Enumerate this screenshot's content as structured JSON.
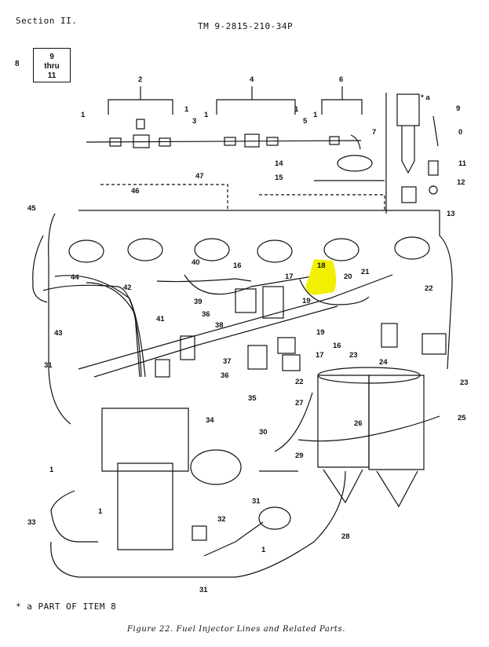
{
  "header": {
    "section": "Section II.",
    "tm_number": "TM  9-2815-210-34P"
  },
  "reference_box": {
    "prefix": "8",
    "lines": [
      "9",
      "thru",
      "11"
    ]
  },
  "callouts": {
    "c1": "1",
    "c2": "2",
    "c3": "3",
    "c4": "4",
    "c5": "5",
    "c6": "6",
    "c7": "7",
    "c9": "9",
    "c0": "0",
    "c11": "11",
    "c12": "12",
    "c13": "13",
    "c14": "14",
    "c15": "15",
    "c16": "16",
    "c17": "17",
    "c18": "18",
    "c19": "19",
    "c20": "20",
    "c21": "21",
    "c22": "22",
    "c23": "23",
    "c24": "24",
    "c25": "25",
    "c26": "26",
    "c27": "27",
    "c28": "28",
    "c29": "29",
    "c30": "30",
    "c31": "31",
    "c32": "32",
    "c33": "33",
    "c34": "34",
    "c35": "35",
    "c36": "36",
    "c37": "37",
    "c38": "38",
    "c39": "39",
    "c40": "40",
    "c41": "41",
    "c42": "42",
    "c43": "43",
    "c44": "44",
    "c45": "45",
    "c46": "46",
    "c47": "47",
    "star_a": "* a"
  },
  "highlight_color": "#f2f000",
  "footnote": "* a PART OF ITEM 8",
  "caption": "Figure 22. Fuel Injector Lines and Related Parts."
}
